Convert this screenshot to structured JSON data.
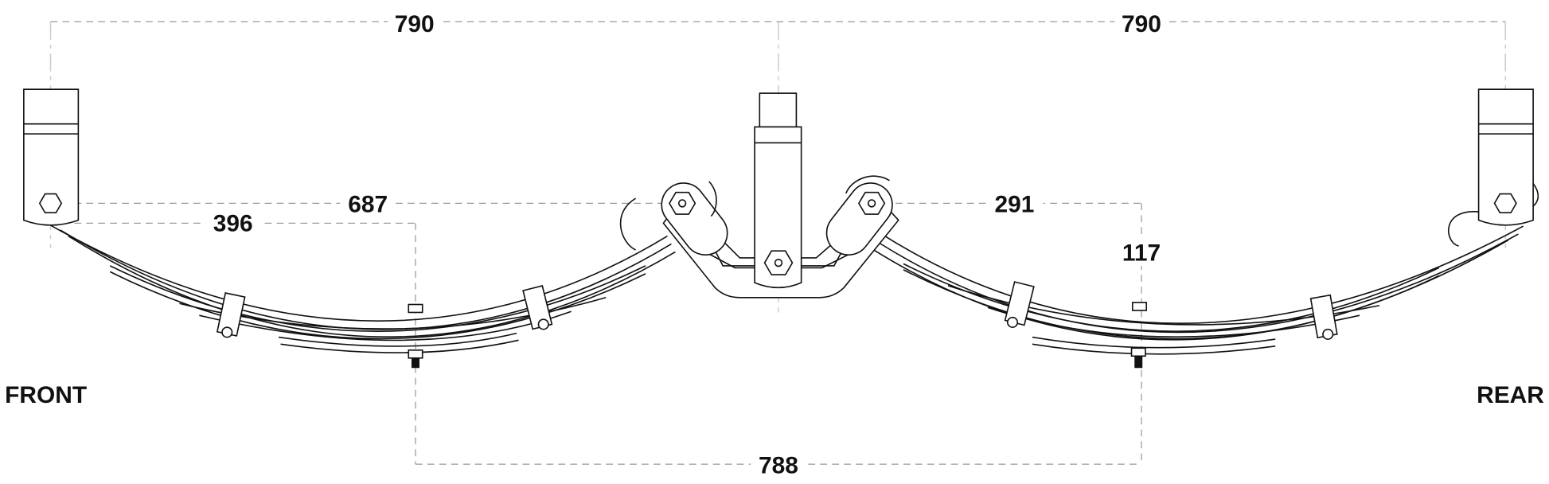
{
  "dimensions": {
    "front_half_span": "790",
    "rear_half_span": "790",
    "front_hanger_to_rocker": "687",
    "front_hanger_to_axle": "396",
    "rocker_to_rear_axle": "291",
    "axle_drop": "117",
    "axle_spacing": "788"
  },
  "labels": {
    "front": "FRONT",
    "rear": "REAR"
  },
  "colors": {
    "line": "#111111",
    "dimension": "#999999"
  }
}
